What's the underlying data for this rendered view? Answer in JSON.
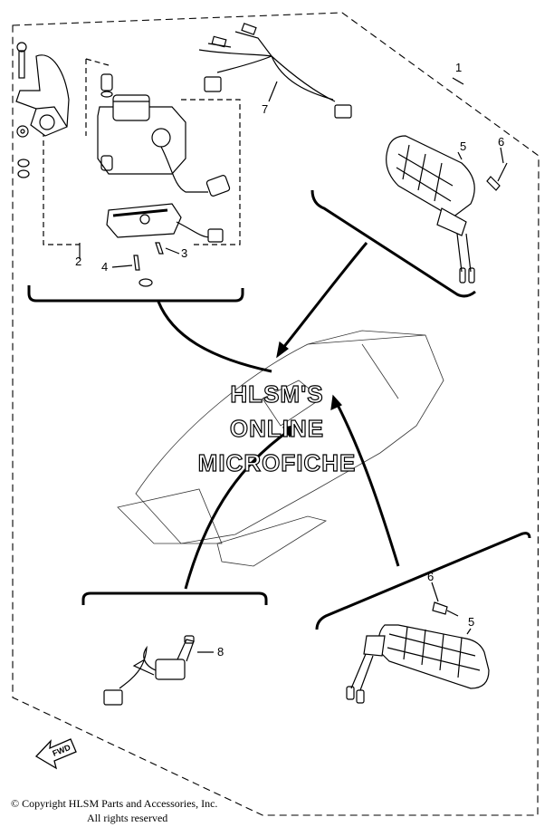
{
  "callouts": {
    "c1": "1",
    "c2": "2",
    "c3": "3",
    "c4": "4",
    "c5a": "5",
    "c6a": "6",
    "c7": "7",
    "c5b": "5",
    "c6b": "6",
    "c8": "8"
  },
  "watermark": {
    "line1": "HLSM'S",
    "line2": "ONLINE",
    "line3": "MICROFICHE"
  },
  "fwd_label": "FWD",
  "copyright": {
    "line1": "© Copyright HLSM Parts and Accessories, Inc.",
    "line2": "All rights reserved"
  },
  "colors": {
    "ink": "#000000",
    "paper": "#ffffff"
  }
}
